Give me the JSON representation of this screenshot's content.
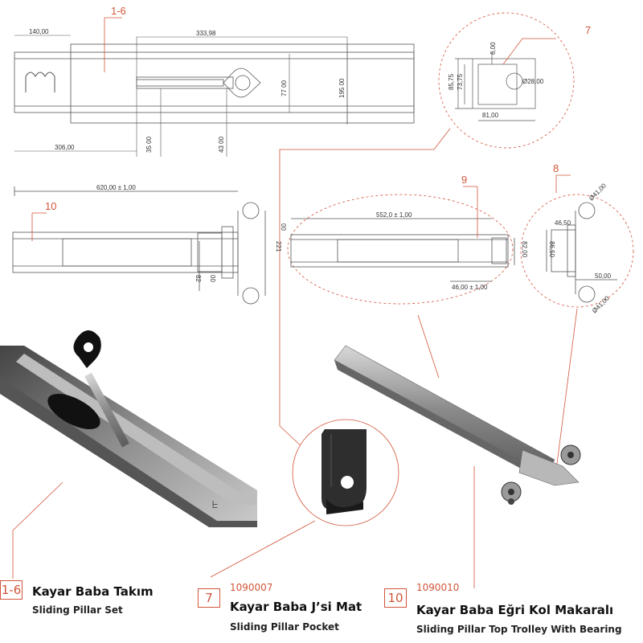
{
  "callouts": {
    "c1_6": "1-6",
    "c7": "7",
    "c8": "8",
    "c9": "9",
    "c10": "10"
  },
  "dimensions": {
    "d140": "140,00",
    "d333": "333,98",
    "d306": "306,00",
    "d35": "35 00",
    "d43": "43 00",
    "d77": "77 00",
    "d195": "195 00",
    "d6": "6,00",
    "d8575": "85,75",
    "d7375": "73,75",
    "d28": "Ø28,00",
    "d81": "81,00",
    "d620": "620,00 ± 1,00",
    "d221": "221",
    "d00": "00",
    "d82a": "82",
    "d00b": "00",
    "d552": "552,0 ± 1,00",
    "d82b": "82,00",
    "d46": "46,00 ± 1,00",
    "d4650": "46,50",
    "d8650": "86,50",
    "d50": "50,00",
    "d41a": "Ø41,00",
    "d41b": "Ø41,00"
  },
  "products": [
    {
      "badge": "1-6",
      "code": "",
      "title": "Kayar Baba Takım",
      "subtitle": "Sliding Pillar Set"
    },
    {
      "badge": "7",
      "code": "1090007",
      "title": "Kayar Baba J’si Mat",
      "subtitle": "Sliding Pillar Pocket"
    },
    {
      "badge": "10",
      "code": "1090010",
      "title": "Kayar Baba Eğri Kol Makaralı",
      "subtitle": "Sliding Pillar Top Trolley With Bearing"
    }
  ],
  "colors": {
    "accent": "#d2553a",
    "line": "#555555",
    "steel": "#9a9a9a"
  }
}
